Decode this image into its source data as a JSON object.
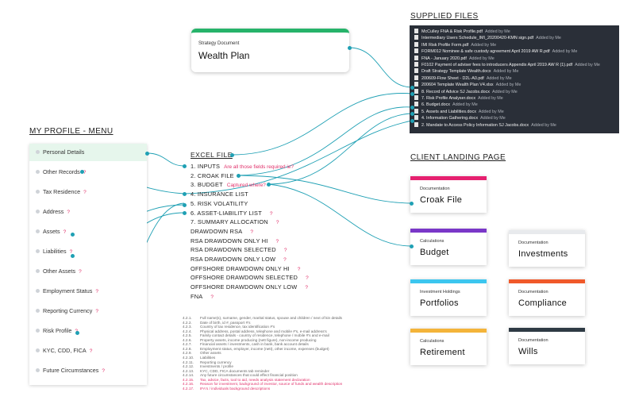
{
  "supplied_files": {
    "title": "SUPPLIED FILES",
    "files": [
      {
        "name": "McCulley FNA & Risk Profile.pdf",
        "added": "Added by Me"
      },
      {
        "name": "Intermediary Users Schedule_IMI_20200420-KMN sign.pdf",
        "added": "Added by Me"
      },
      {
        "name": "IMI Risk Profile Form.pdf",
        "added": "Added by Me"
      },
      {
        "name": "FORM012 Nominee & safe custody agreement April 2019 AW R.pdf",
        "added": "Added by Me"
      },
      {
        "name": "FNA - January 2020.pdf",
        "added": "Added by Me"
      },
      {
        "name": "F0102 Payment of adviser fees to introducers Appendix April 2019 AW R (1).pdf",
        "added": "Added by Me"
      },
      {
        "name": "Draft Strategy Template Wealth.docx",
        "added": "Added by Me"
      },
      {
        "name": "200609-Flow Sheet - D2L-A0.pdf",
        "added": "Added by Me"
      },
      {
        "name": "200604 Template Wealth Plan V4.xlsx",
        "added": "Added by Me"
      },
      {
        "name": "8. Record of Advice SJ Jacobs.docx",
        "added": "Added by Me"
      },
      {
        "name": "7. Risk Profile Analyser.docx",
        "added": "Added by Me"
      },
      {
        "name": "6. Budget.docx",
        "added": "Added by Me"
      },
      {
        "name": "5. Assets and Liabilities.docx",
        "added": "Added by Me"
      },
      {
        "name": "4. Information Gathering.docx",
        "added": "Added by Me"
      },
      {
        "name": "2. Mandate to Access Policy Information SJ Jacobs.docx",
        "added": "Added by Me"
      }
    ]
  },
  "wealth_plan": {
    "subtitle": "Strategy Document",
    "title": "Wealth Plan",
    "accent": "#26b36a"
  },
  "profile_menu": {
    "title": "MY PROFILE - MENU",
    "items": [
      {
        "label": "Personal Details",
        "q": ""
      },
      {
        "label": "Other Records",
        "q": "?"
      },
      {
        "label": "Tax Residence",
        "q": "?"
      },
      {
        "label": "Address",
        "q": "?"
      },
      {
        "label": "Assets",
        "q": "?"
      },
      {
        "label": "Liabilities",
        "q": "?"
      },
      {
        "label": "Other Assets",
        "q": "?"
      },
      {
        "label": "Employment Status",
        "q": "?"
      },
      {
        "label": "Reporting Currency",
        "q": "?"
      },
      {
        "label": "Risk Profile",
        "q": "?"
      },
      {
        "label": "KYC, CDD, FICA",
        "q": "?"
      },
      {
        "label": "Future Circumstances",
        "q": "?"
      }
    ]
  },
  "excel": {
    "title": "EXCEL FILE",
    "rows": [
      {
        "label": "1. INPUTS",
        "note": "Are all those fields required ie?",
        "q": ""
      },
      {
        "label": "2. CROAK FILE",
        "note": "",
        "q": ""
      },
      {
        "label": "3. BUDGET",
        "note": "Captured where?",
        "q": ""
      },
      {
        "label": "4. INSURANCE LIST",
        "note": "",
        "q": ""
      },
      {
        "label": "5. RISK VOLATILITY",
        "note": "",
        "q": ""
      },
      {
        "label": "6. ASSET-LIABILITY LIST",
        "note": "",
        "q": "?"
      },
      {
        "label": "7. SUMMARY ALLOCATION",
        "note": "",
        "q": "?"
      },
      {
        "label": "DRAWDOWN RSA",
        "note": "",
        "q": "?"
      },
      {
        "label": "RSA DRAWDOWN ONLY HI",
        "note": "",
        "q": "?"
      },
      {
        "label": "RSA DRAWDOWN SELECTED",
        "note": "",
        "q": "?"
      },
      {
        "label": "RSA DRAWDOWN ONLY LOW",
        "note": "",
        "q": "?"
      },
      {
        "label": "OFFSHORE DRAWDOWN ONLY HI",
        "note": "",
        "q": "?"
      },
      {
        "label": "OFFSHORE DRAWDOWN SELECTED",
        "note": "",
        "q": "?"
      },
      {
        "label": "OFFSHORE DRAWDOWN ONLY LOW",
        "note": "",
        "q": "?"
      },
      {
        "label": "FNA",
        "note": "",
        "q": "?"
      }
    ]
  },
  "notes": [
    {
      "num": "4.2.1.",
      "text": "Full name(s), surname, gender, marital status, spouse and children / next of kin details",
      "pink": false
    },
    {
      "num": "4.2.2.",
      "text": "Date of birth, id #, passport #'s",
      "pink": false
    },
    {
      "num": "4.2.3.",
      "text": "Country of tax residence, tax identification #'s",
      "pink": false
    },
    {
      "num": "4.2.4.",
      "text": "Physical address, postal address, telephone and mobile #'s, e-mail address's",
      "pink": false
    },
    {
      "num": "4.2.5.",
      "text": "Family contact details - country of residence, telephone / mobile #'s and e-mail",
      "pink": false
    },
    {
      "num": "4.2.6.",
      "text": "Property assets, income producing (nett figure), non-income producing",
      "pink": false
    },
    {
      "num": "4.2.7.",
      "text": "Financial assets / investments, cash in bank, bank account details",
      "pink": false
    },
    {
      "num": "4.2.8.",
      "text": "Employment status, employer, income (nett), other income, expenses (budget)",
      "pink": false
    },
    {
      "num": "4.2.9.",
      "text": "Other assets",
      "pink": false
    },
    {
      "num": "4.2.10.",
      "text": "Liabilities",
      "pink": false
    },
    {
      "num": "4.2.11.",
      "text": "Reporting currency",
      "pink": false
    },
    {
      "num": "4.2.12.",
      "text": "Investments / profile",
      "pink": false
    },
    {
      "num": "4.2.13.",
      "text": "KYC, CDD, FICA documents tab reminder",
      "pink": false
    },
    {
      "num": "4.2.14.",
      "text": "Any future circumstances that could effect financial position",
      "pink": false
    },
    {
      "num": "4.2.15.",
      "text": "Tax, advice, facts, tool to aid, needs analysis statement declaration",
      "pink": true
    },
    {
      "num": "4.2.16.",
      "text": "Reason for investment, background of investor, source of funds and wealth description",
      "pink": true
    },
    {
      "num": "4.2.17.",
      "text": "IFA's / individuals background descriptions",
      "pink": true
    }
  ],
  "client_landing": {
    "title": "CLIENT LANDING PAGE",
    "cards": [
      {
        "sub": "Documentation",
        "main": "Croak File",
        "color": "#e5206f"
      },
      {
        "sub": "Calculations",
        "main": "Budget",
        "color": "#7a37c8"
      },
      {
        "sub": "Documentation",
        "main": "Investments",
        "color": "#e8eaed"
      },
      {
        "sub": "Investment Holdings",
        "main": "Portfolios",
        "color": "#3cc6ef"
      },
      {
        "sub": "Documentation",
        "main": "Compliance",
        "color": "#f0592a"
      },
      {
        "sub": "Calculations",
        "main": "Retirement",
        "color": "#f4b43a"
      },
      {
        "sub": "Documentation",
        "main": "Wills",
        "color": "#2e3a44"
      }
    ]
  },
  "connector_color": "#1fa0b4"
}
